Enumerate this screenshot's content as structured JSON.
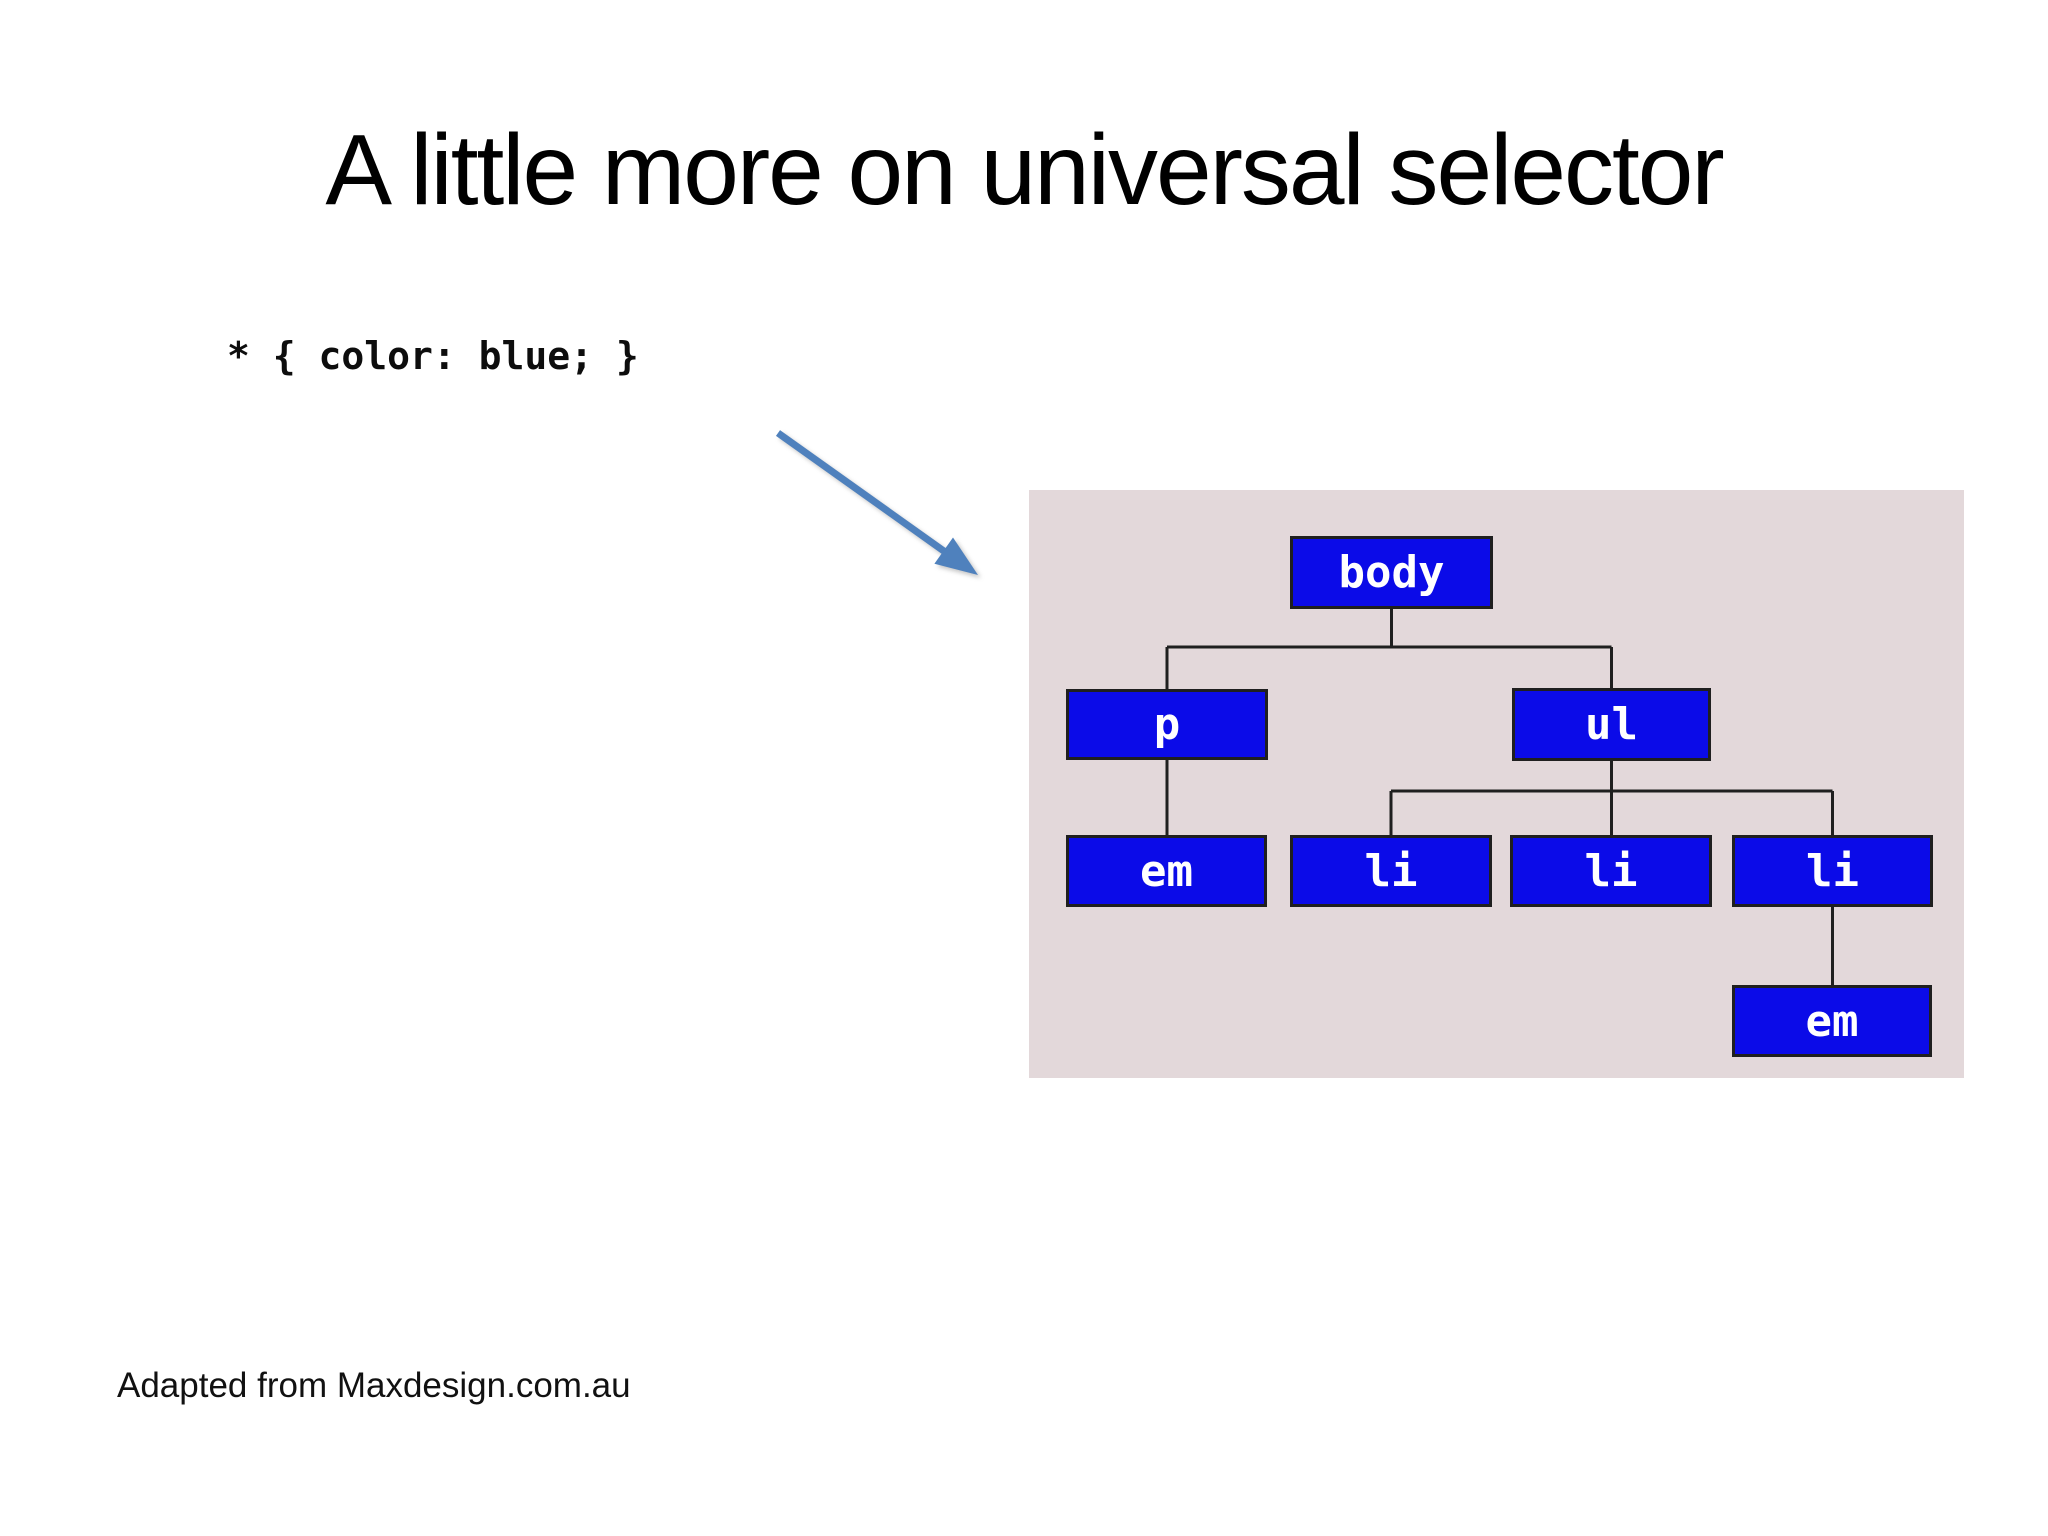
{
  "slide": {
    "title": "A little more on universal selector",
    "code_snippet": "* { color: blue; }",
    "footer": "Adapted from Maxdesign.com.au"
  },
  "colors": {
    "node_fill": "#0b0be8",
    "node_border": "#1f1f1f",
    "node_text": "#ffffff",
    "panel_background": "#e3d8da",
    "connector_line": "#1f1f1f",
    "arrow": "#4f81bd",
    "title_text": "#000000"
  },
  "diagram": {
    "description": "DOM tree showing elements affected by the universal selector",
    "nodes": [
      {
        "id": "body",
        "label": "body"
      },
      {
        "id": "p",
        "label": "p"
      },
      {
        "id": "ul",
        "label": "ul"
      },
      {
        "id": "em1",
        "label": "em"
      },
      {
        "id": "li1",
        "label": "li"
      },
      {
        "id": "li2",
        "label": "li"
      },
      {
        "id": "li3",
        "label": "li"
      },
      {
        "id": "em2",
        "label": "em"
      }
    ],
    "edges": [
      [
        "body",
        "p"
      ],
      [
        "body",
        "ul"
      ],
      [
        "p",
        "em1"
      ],
      [
        "ul",
        "li1"
      ],
      [
        "ul",
        "li2"
      ],
      [
        "ul",
        "li3"
      ],
      [
        "li3",
        "em2"
      ]
    ]
  }
}
